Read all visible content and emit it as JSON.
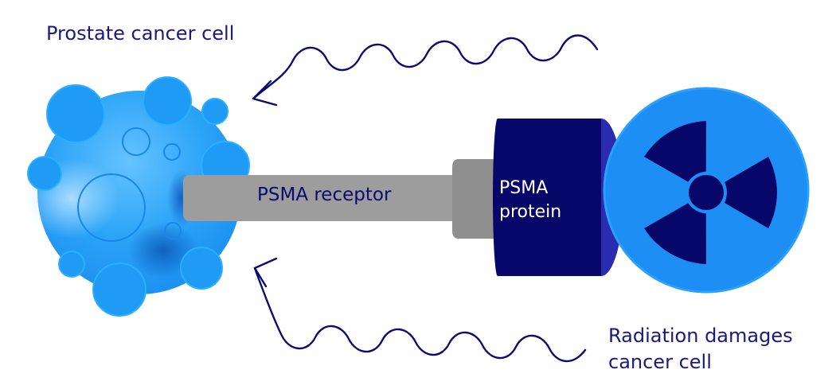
{
  "labels": {
    "cell": "Prostate cancer cell",
    "receptor": "PSMA receptor",
    "protein_line1": "PSMA",
    "protein_line2": "protein",
    "radiation_line1": "Radiation damages",
    "radiation_line2": "cancer cell"
  },
  "icons": {
    "radiation": "radiation-trefoil-icon",
    "wave_arrow": "wavy-arrow-icon"
  },
  "colors": {
    "cell": "#1f9bf5",
    "cell_light": "#5fc0ff",
    "navy": "#07076a",
    "protein_side": "#2b2bb0",
    "receptor": "#9d9d9d",
    "receptor_dark": "#8a8a8a",
    "radiation_disc": "#1d8ef3",
    "text": "#1a1a7e"
  }
}
